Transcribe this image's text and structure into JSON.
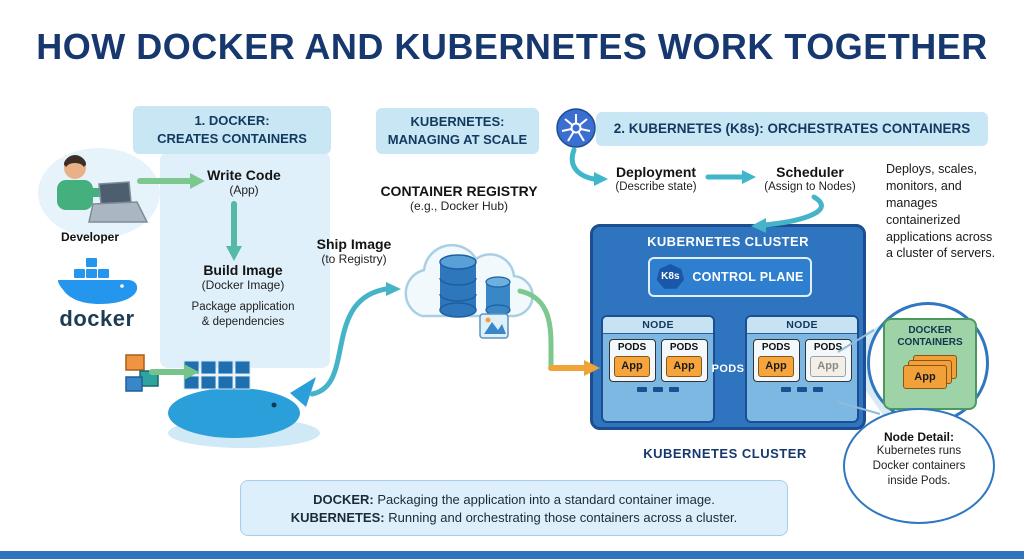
{
  "title": "HOW DOCKER AND KUBERNETES WORK TOGETHER",
  "colors": {
    "title_navy": "#16386f",
    "header_box_blue": "#c9e6f5",
    "cluster_blue": "#2e74bf",
    "docker_blue": "#2496ed",
    "app_orange": "#f6a53c",
    "arrow_green": "#7cc88f",
    "arrow_teal": "#46b4c8",
    "arrow_orange": "#f0a437"
  },
  "docker": {
    "header1": "1. DOCKER:",
    "header2": "CREATES CONTAINERS",
    "developer": "Developer",
    "write_code": "Write Code",
    "write_code_sub": "(App)",
    "build_image": "Build Image",
    "build_image_sub": "(Docker Image)",
    "package1": "Package application",
    "package2": "& dependencies",
    "logo_text": "docker"
  },
  "registry": {
    "header1": "KUBERNETES:",
    "header2": "MANAGING AT SCALE",
    "ship": "Ship Image",
    "ship_sub": "(to Registry)",
    "title": "CONTAINER REGISTRY",
    "subtitle": "(e.g., Docker Hub)"
  },
  "k8s": {
    "header": "2. KUBERNETES (K8s): ORCHESTRATES CONTAINERS",
    "deployment": "Deployment",
    "deployment_sub": "(Describe state)",
    "scheduler": "Scheduler",
    "scheduler_sub": "(Assign to Nodes)",
    "description": "Deploys, scales, monitors, and manages containerized applications across a cluster of servers.",
    "cluster_title": "KUBERNETES CLUSTER",
    "badge": "K8s",
    "control_plane": "CONTROL PLANE",
    "pods_between": "PODS",
    "cluster_caption": "KUBERNETES CLUSTER",
    "nodes": [
      {
        "label": "NODE",
        "pods": [
          {
            "label": "PODS",
            "app": "App"
          },
          {
            "label": "PODS",
            "app": "App"
          }
        ]
      },
      {
        "label": "NODE",
        "pods": [
          {
            "label": "PODS",
            "app": "App"
          },
          {
            "label": "PODS",
            "app": "App"
          }
        ]
      }
    ]
  },
  "detail": {
    "title": "DOCKER CONTAINERS",
    "app": "App",
    "heading": "Node Detail:",
    "text": "Kubernetes runs Docker containers inside Pods."
  },
  "footer": {
    "docker_label": "DOCKER:",
    "docker_text": "Packaging the application into a standard container image.",
    "k8s_label": "KUBERNETES:",
    "k8s_text": "Running and orchestrating those containers across a cluster."
  },
  "icons": {
    "kubernetes_logo": "helm-wheel",
    "docker_logo": "whale-with-containers",
    "registry": "cloud-with-databases",
    "developer": "person-with-laptop"
  }
}
